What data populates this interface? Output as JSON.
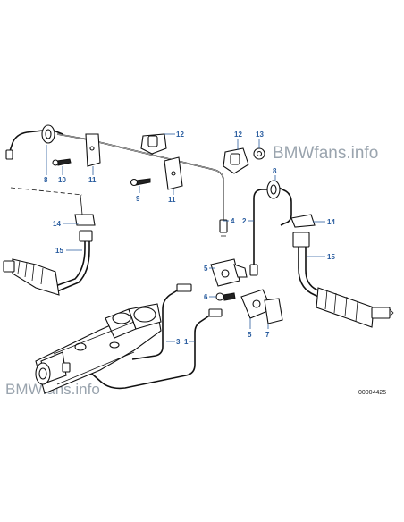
{
  "watermark_top": "BMWfans.info",
  "watermark_bottom": "BMWfans.info",
  "diagram_ref": "00004425",
  "callouts": [
    {
      "id": "c8a",
      "label": "8"
    },
    {
      "id": "c10",
      "label": "10"
    },
    {
      "id": "c11a",
      "label": "11"
    },
    {
      "id": "c12a",
      "label": "12"
    },
    {
      "id": "c9",
      "label": "9"
    },
    {
      "id": "c11b",
      "label": "11"
    },
    {
      "id": "c12b",
      "label": "12"
    },
    {
      "id": "c13",
      "label": "13"
    },
    {
      "id": "c8b",
      "label": "8"
    },
    {
      "id": "c4",
      "label": "4"
    },
    {
      "id": "c2",
      "label": "2"
    },
    {
      "id": "c14a",
      "label": "14"
    },
    {
      "id": "c14b",
      "label": "14"
    },
    {
      "id": "c15a",
      "label": "15"
    },
    {
      "id": "c15b",
      "label": "15"
    },
    {
      "id": "c5a",
      "label": "5"
    },
    {
      "id": "c6",
      "label": "6"
    },
    {
      "id": "c5b",
      "label": "5"
    },
    {
      "id": "c7",
      "label": "7"
    },
    {
      "id": "c3a",
      "label": "3"
    },
    {
      "id": "c1",
      "label": "1"
    }
  ],
  "colors": {
    "callout": "#2a5d9f",
    "line": "#111111",
    "watermark": "#9aa4ae"
  }
}
